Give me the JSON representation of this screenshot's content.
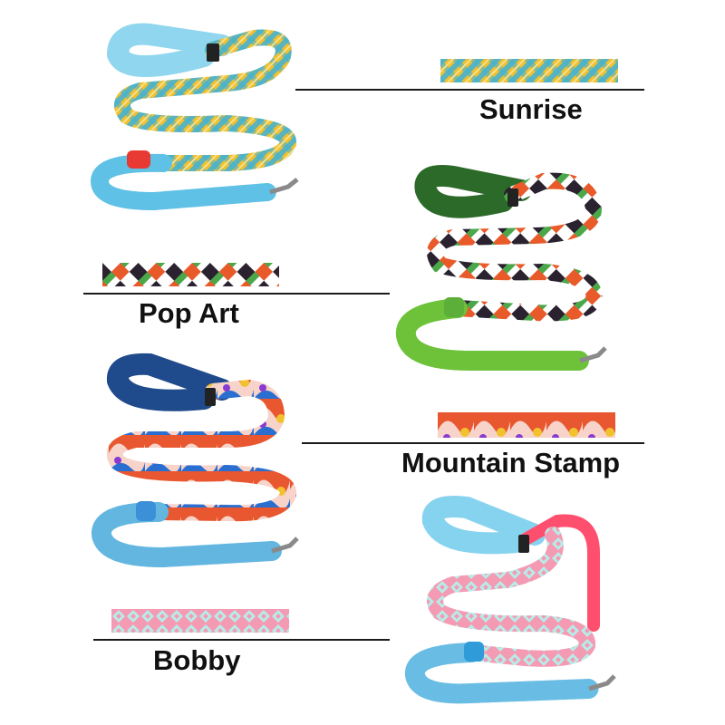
{
  "products": [
    {
      "id": "sunrise",
      "name": "Sunrise",
      "pattern": "plaid",
      "colors": {
        "primary": "#f2c02e",
        "secondary": "#3fb2d6",
        "accent": "#f7d85a",
        "handle": "#8fd6ee",
        "bungee": "#5fc1e5",
        "stopper": "#e83a32"
      }
    },
    {
      "id": "pop-art",
      "name": "Pop Art",
      "pattern": "argyle",
      "colors": {
        "primary": "#2b2230",
        "secondary": "#e85a2a",
        "accent": "#4aa84a",
        "handle": "#2c6a2a",
        "bungee": "#6dc23a",
        "stopper": "#5cb03a"
      }
    },
    {
      "id": "mountain-stamp",
      "name": "Mountain Stamp",
      "pattern": "abstract",
      "colors": {
        "primary": "#f3c3c3",
        "secondary": "#2a6fd0",
        "accent": "#e8572f",
        "handle": "#1f4a8c",
        "bungee": "#63b6e0",
        "stopper": "#3c90d8"
      }
    },
    {
      "id": "bobby",
      "name": "Bobby",
      "pattern": "diamond",
      "colors": {
        "primary": "#f59ab3",
        "secondary": "#b7ece8",
        "accent": "#ff4f6e",
        "handle": "#86d3ef",
        "bungee": "#69bde4",
        "stopper": "#2f9bd8"
      }
    }
  ]
}
